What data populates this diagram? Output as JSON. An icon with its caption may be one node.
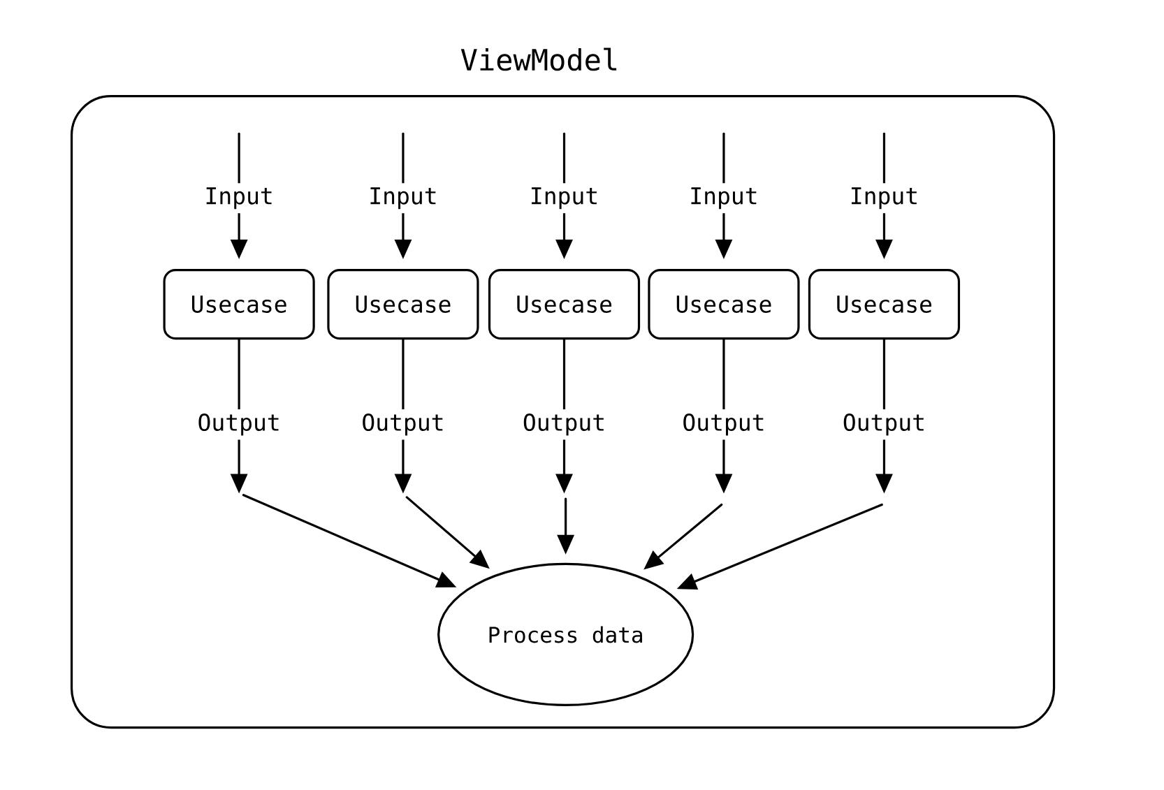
{
  "diagram": {
    "nodes": [
      {
        "text": [
          "ViewModel"
        ]
      },
      {
        "text": [
          "Usecase"
        ],
        "in": 0
      },
      {
        "text": [
          "Usecase"
        ],
        "in": 0
      },
      {
        "text": [
          "Usecase"
        ],
        "in": 0
      },
      {
        "text": [
          "Usecase"
        ],
        "in": 0
      },
      {
        "text": [
          "Usecase"
        ],
        "in": 0
      },
      {
        "text": [
          "Process data"
        ],
        "in": 0
      }
    ],
    "edges": [
      {
        "from": null,
        "to": 1,
        "arrow": "to",
        "label": "Input"
      },
      {
        "from": 1,
        "to": null,
        "arrow": "to",
        "label": "Output"
      },
      {
        "from": null,
        "to": 6,
        "arrow": "to"
      },
      {
        "from": null,
        "to": 2,
        "arrow": "to",
        "label": "Input"
      },
      {
        "from": 2,
        "to": null,
        "arrow": "to",
        "label": "Output"
      },
      {
        "from": null,
        "to": 6,
        "arrow": "to"
      },
      {
        "from": null,
        "to": 3,
        "arrow": "to",
        "label": "Input"
      },
      {
        "from": 3,
        "to": null,
        "arrow": "to",
        "label": "Output"
      },
      {
        "from": null,
        "to": 6,
        "arrow": "to"
      },
      {
        "from": null,
        "to": 4,
        "arrow": "to",
        "label": "Input"
      },
      {
        "from": 4,
        "to": null,
        "arrow": "to",
        "label": "Output"
      },
      {
        "from": null,
        "to": 6,
        "arrow": "to"
      },
      {
        "from": null,
        "to": 5,
        "arrow": "to",
        "label": "Input"
      },
      {
        "from": 5,
        "to": null,
        "arrow": "to",
        "label": "Output"
      },
      {
        "from": null,
        "to": 6,
        "arrow": "to"
      }
    ]
  }
}
